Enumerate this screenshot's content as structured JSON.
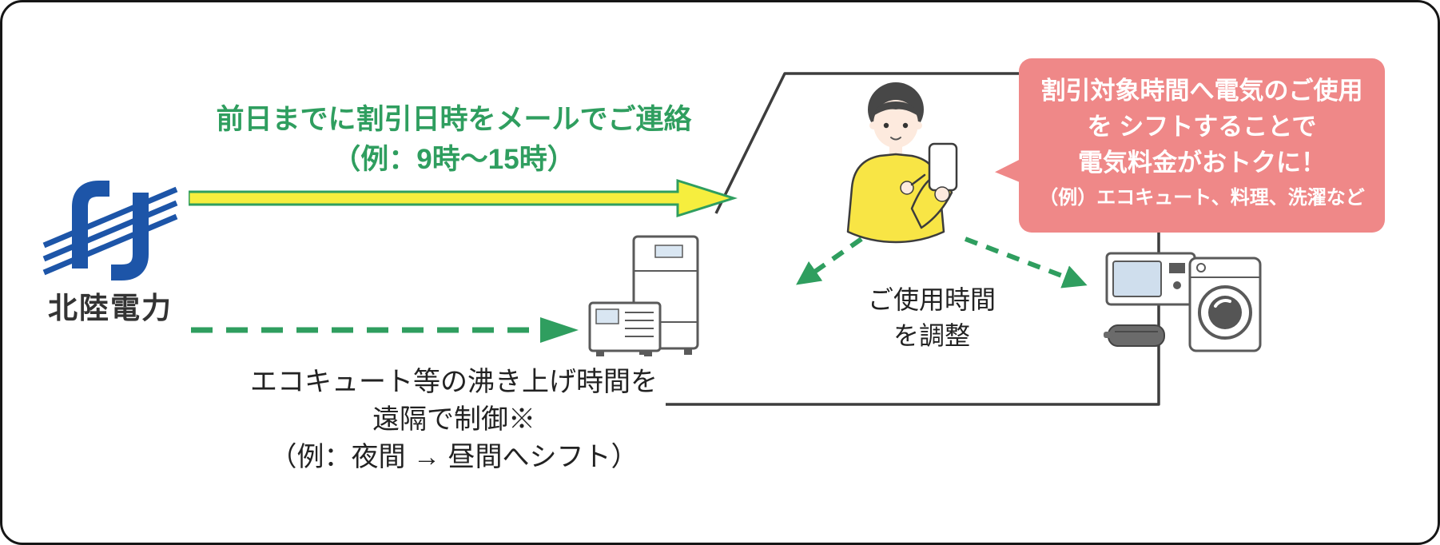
{
  "logo": {
    "label": "北陸電力"
  },
  "email_notice": {
    "line1": "前日までに割引日時をメールでご連絡",
    "line2": "（例：9時～15時）"
  },
  "remote_control_note": {
    "line1": "エコキュート等の沸き上げ時間を",
    "line2": "遠隔で制御※",
    "line3": "（例：夜間 → 昼間へシフト）"
  },
  "speech_bubble": {
    "line1": "割引対象時間へ電気のご使用",
    "line2": "を シフトすることで",
    "line3": "電気料金がおトクに！",
    "line4": "（例）エコキュート、料理、洗濯など"
  },
  "usage_note": {
    "line1": "ご使用時間",
    "line2": "を調整"
  },
  "colors": {
    "green": "#2f9e5f",
    "arrow_yellow": "#f6ee3e",
    "bubble_pink": "#ef8888",
    "logo_blue": "#1d55a8",
    "house_outline": "#3d3d3d",
    "sweater_yellow": "#f8e545"
  },
  "icons": {
    "hokuriku-logo-icon": "stylized-H-with-diagonal-stripes",
    "yellow-arrow-icon": "solid-right-arrow",
    "dashed-arrow-icon": "dashed-right-arrow",
    "person-illustration": "person-using-smartphone",
    "ecocute-icon": "heat-pump-water-heater-unit",
    "kitchen-appliances-icon": "microwave-washing-machine-pan",
    "inner-dashed-arrows-icon": "two-diverging-dashed-arrows"
  }
}
